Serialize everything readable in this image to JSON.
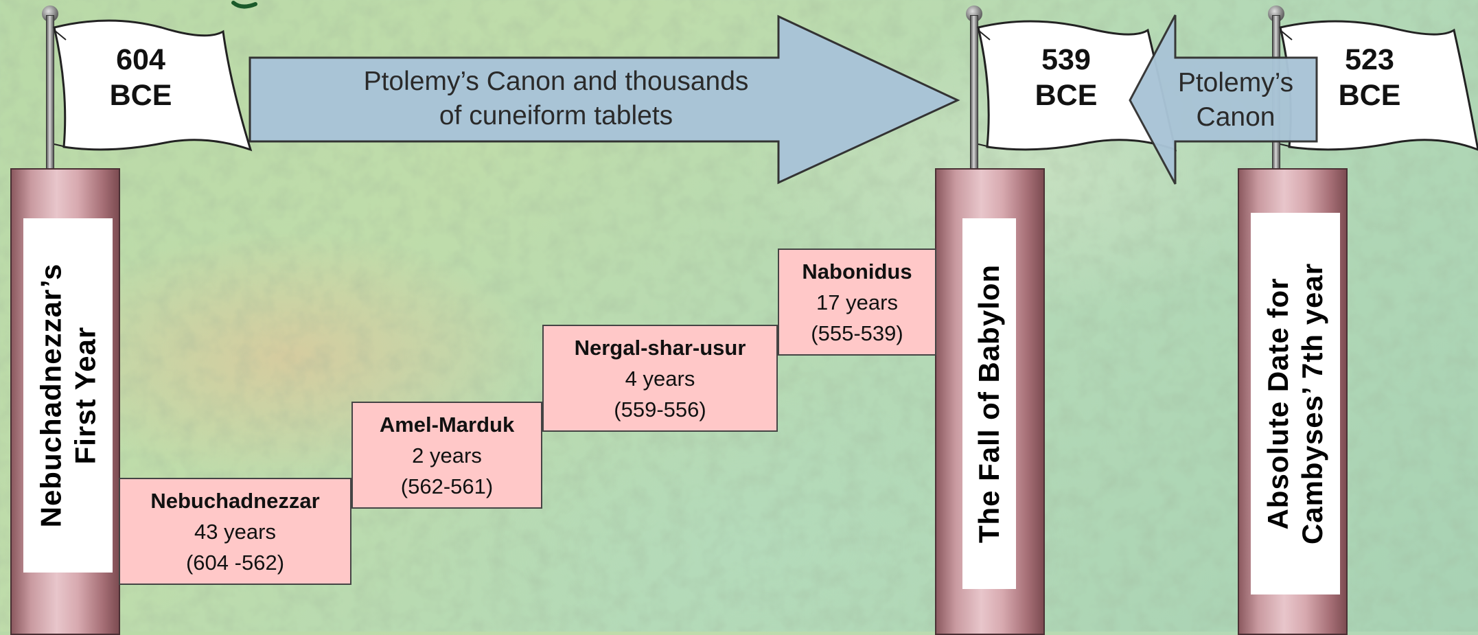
{
  "milestones": [
    {
      "year": "604",
      "era": "BCE",
      "label_line1": "Nebuchadnezzar’s",
      "label_line2": "First Year"
    },
    {
      "year": "539",
      "era": "BCE",
      "label_line1": "The Fall of Babylon",
      "label_line2": ""
    },
    {
      "year": "523",
      "era": "BCE",
      "label_line1": "Absolute Date for",
      "label_line2": "Cambyses’ 7th year"
    }
  ],
  "arrows": {
    "forward_line1": "Ptolemy’s Canon and thousands",
    "forward_line2": "of cuneiform tablets",
    "backward_line1": "Ptolemy’s",
    "backward_line2": "Canon"
  },
  "reigns": [
    {
      "name": "Nebuchadnezzar",
      "duration": "43 years",
      "range": "(604 -562)"
    },
    {
      "name": "Amel-Marduk",
      "duration": "2 years",
      "range": "(562-561)"
    },
    {
      "name": "Nergal-shar-usur",
      "duration": "4 years",
      "range": "(559-556)"
    },
    {
      "name": "Nabonidus",
      "duration": "17 years",
      "range": "(555-539)"
    }
  ],
  "colors": {
    "reign_box": "#ffc8c8",
    "arrow_fill": "#a9c4d6",
    "pillar": "#d7a9af",
    "title_fragment": "#1a5a2a"
  }
}
